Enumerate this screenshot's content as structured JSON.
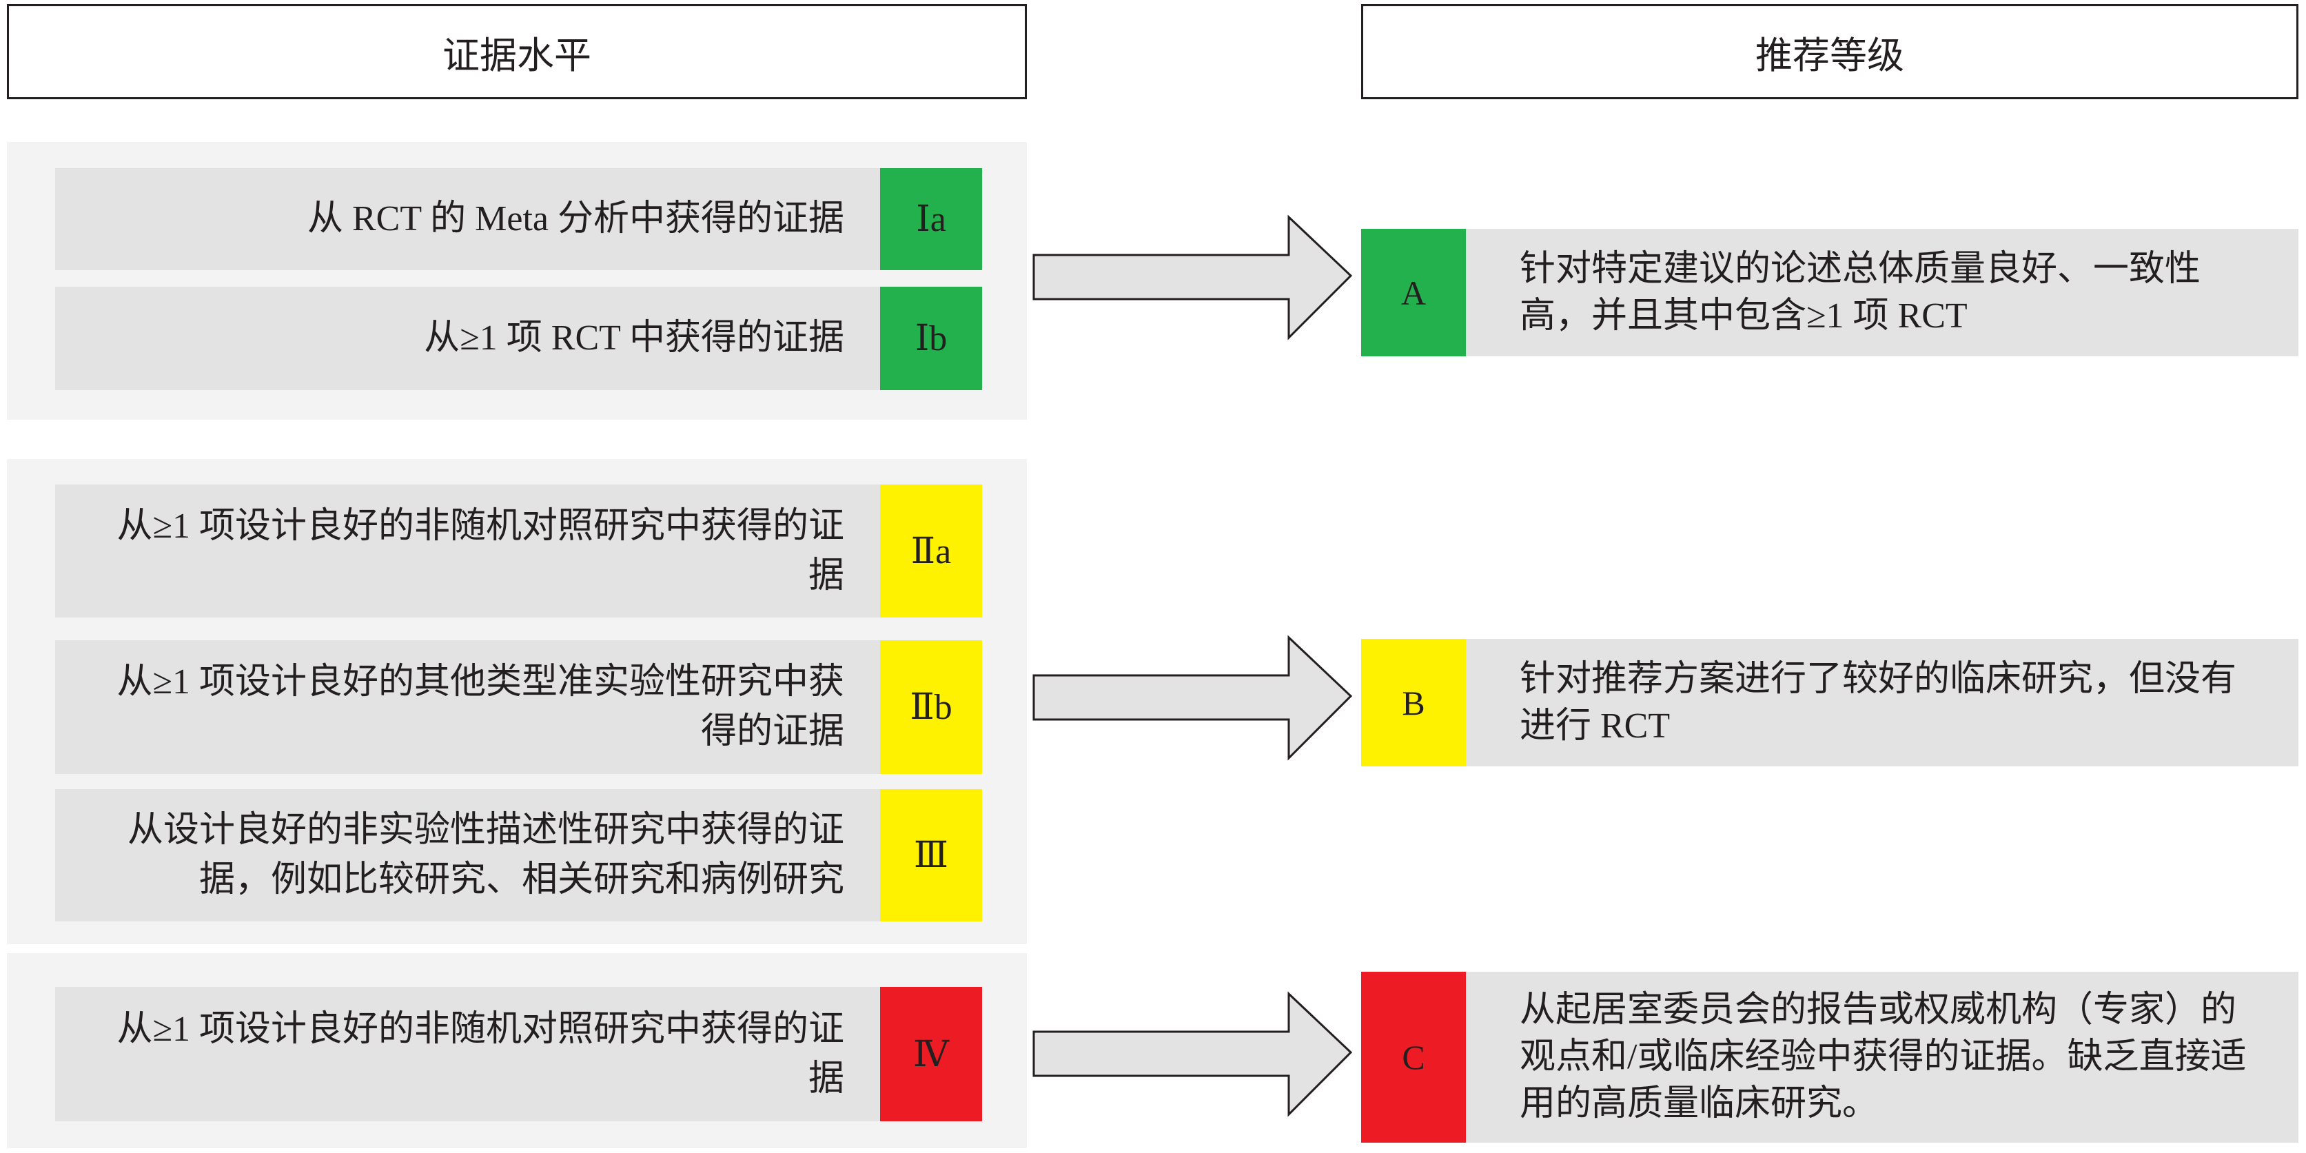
{
  "headers": {
    "evidence": "证据水平",
    "recommendation": "推荐等级"
  },
  "evidence_levels": [
    {
      "text": "从 RCT 的 Meta 分析中获得的证据",
      "level": "Ⅰa",
      "color": "#22b14c"
    },
    {
      "text": "从≥1 项 RCT 中获得的证据",
      "level": "Ⅰb",
      "color": "#22b14c"
    },
    {
      "text": "从≥1 项设计良好的非随机对照研究中获得的证据",
      "level": "Ⅱa",
      "color": "#fff200"
    },
    {
      "text": "从≥1 项设计良好的其他类型准实验性研究中获得的证据",
      "level": "Ⅱb",
      "color": "#fff200"
    },
    {
      "text": "从设计良好的非实验性描述性研究中获得的证据，例如比较研究、相关研究和病例研究",
      "level": "Ⅲ",
      "color": "#fff200"
    },
    {
      "text": "从≥1 项设计良好的非随机对照研究中获得的证据",
      "level": "Ⅳ",
      "color": "#ed1c24"
    }
  ],
  "recommendation_grades": [
    {
      "grade": "A",
      "text": "针对特定建议的论述总体质量良好、一致性高，并且其中包含≥1 项 RCT",
      "color": "#22b14c"
    },
    {
      "grade": "B",
      "text": "针对推荐方案进行了较好的临床研究，但没有进行 RCT",
      "color": "#fff200"
    },
    {
      "grade": "C",
      "text": "从起居室委员会的报告或权威机构（专家）的观点和/或临床经验中获得的证据。缺乏直接适用的高质量临床研究。",
      "color": "#ed1c24"
    }
  ],
  "colors": {
    "row_bg": "#e3e3e3",
    "panel_bg": "#f3f3f3",
    "arrow_fill": "#e3e3e3",
    "border": "#231f20"
  }
}
